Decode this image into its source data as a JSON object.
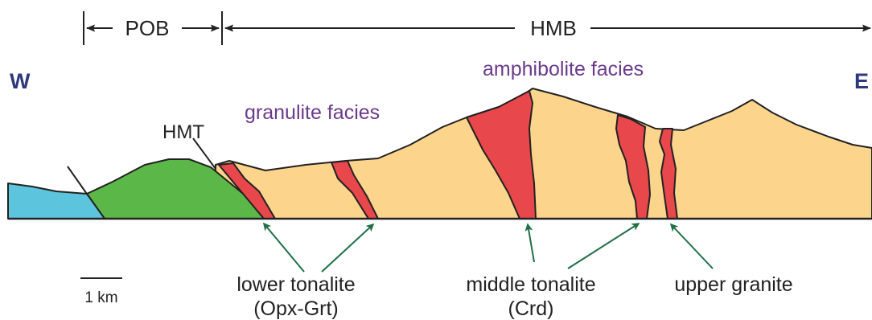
{
  "diagram": {
    "pob_label": "POB",
    "hmb_label": "HMB",
    "west_label": "W",
    "east_label": "E",
    "hmt_label": "HMT",
    "granulite_label": "granulite facies",
    "amphibolite_label": "amphibolite facies",
    "lower_tonalite_line1": "lower tonalite",
    "lower_tonalite_line2": "(Opx-Grt)",
    "middle_tonalite_line1": "middle tonalite",
    "middle_tonalite_line2": "(Crd)",
    "upper_granite_label": "upper granite",
    "scale_label": "1 km"
  },
  "colors": {
    "pob_unit": "#5bb848",
    "blue_unit": "#5cc4dd",
    "hmb_unit": "#fdd48c",
    "intrusions": "#e8474c",
    "facies_text": "#6a3a8c",
    "compass_text": "#2d3a7c",
    "arrows": "#1f6f45"
  }
}
